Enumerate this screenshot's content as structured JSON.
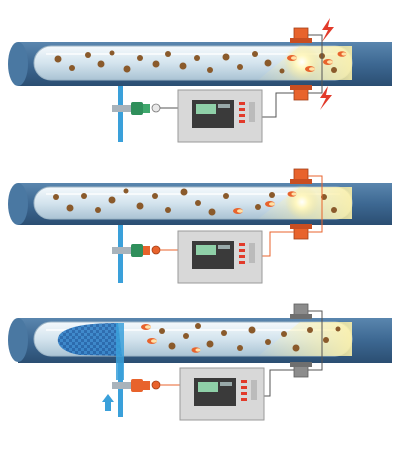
{
  "diagram": {
    "panels": [
      {
        "id": "stage-1",
        "detector_state": "spark-detected",
        "spark_count": 4,
        "extinguishing": false,
        "valve": "standby"
      },
      {
        "id": "stage-2",
        "detector_state": "spark-detected",
        "spark_count": 3,
        "extinguishing": false,
        "valve": "activated"
      },
      {
        "id": "stage-3",
        "detector_state": "clear",
        "spark_count": 3,
        "extinguishing": true,
        "valve": "activated"
      }
    ]
  },
  "colors": {
    "pipe_blue": "#3f6c97",
    "tube_glass": "#d9e7f0",
    "particle_brown": "#8a5a2b",
    "spark_orange": "#e8632c",
    "detector_orange": "#e8632c",
    "detector_grey": "#8c8c8c",
    "valve_green": "#2f8f5b",
    "water_blue": "#3aa0da",
    "control_box": "#d8d8d8",
    "alarm_red": "#e23a2a"
  }
}
